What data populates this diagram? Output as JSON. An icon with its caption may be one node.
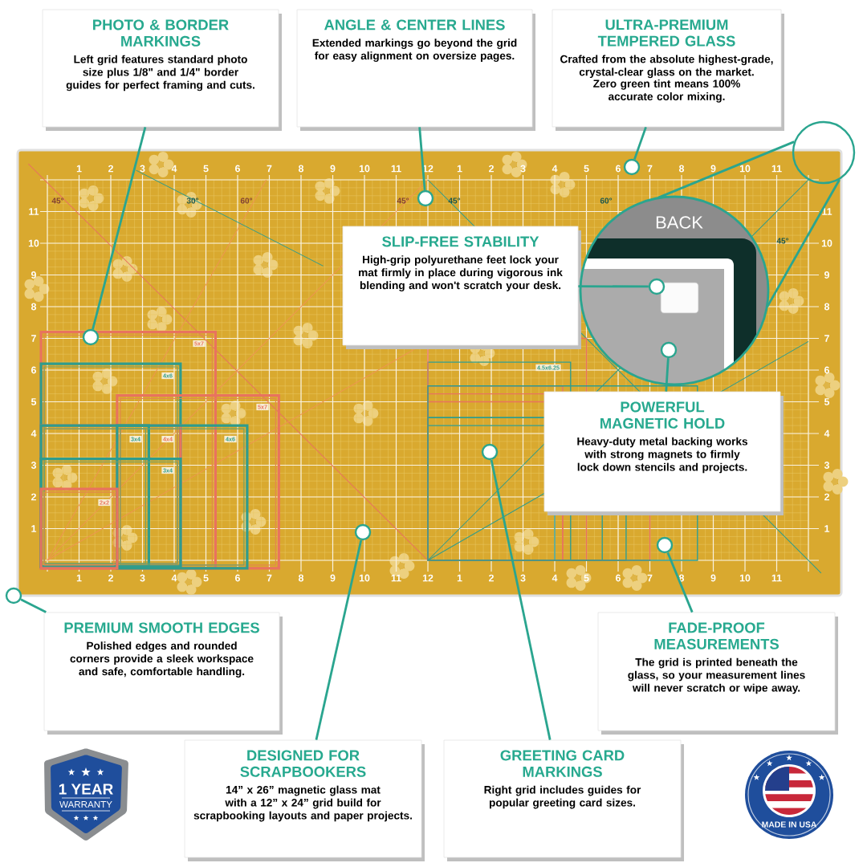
{
  "diagram": {
    "nodes": [
      {
        "text": [
          "PHOTO & BORDER MARKINGS",
          "Left grid features standard photo size plus 1/8\" and 1/4\" border guides for perfect framing and cuts."
        ]
      },
      {
        "text": [
          "ANGLE & CENTER LINES",
          "Extended markings go beyond the grid for easy alignment on oversize pages."
        ]
      },
      {
        "text": [
          "ULTRA-PREMIUM TEMPERED GLASS",
          "Crafted from the absolute highest-grade, crystal-clear glass on the market.",
          "Zero green tint means 100% accurate color mixing."
        ]
      },
      {
        "text": [
          "SLIP-FREE STABILITY",
          "High-grip polyurethane feet lock your mat firmly in place during vigorous ink blending and won't scratch your desk."
        ]
      },
      {
        "text": [
          "POWERFUL MAGNETIC HOLD",
          "Heavy-duty metal backing works with strong magnets to firmly lock down stencils and projects."
        ]
      },
      {
        "text": [
          "PREMIUM SMOOTH EDGES",
          "Polished edges and rounded corners provide a sleek workspace and safe, comfortable handling."
        ]
      },
      {
        "text": [
          "FADE-PROOF MEASUREMENTS",
          "The grid is printed beneath the glass, so your measurement lines will never scratch or wipe away."
        ]
      },
      {
        "text": [
          "DESIGNED FOR SCRAPBOOKERS",
          "14” x 26” magnetic glass mat with a 12” x 24” grid build for scrapbooking layouts and paper projects."
        ]
      },
      {
        "text": [
          "GREETING CARD MARKINGS",
          "Right grid includes guides for popular greeting card sizes."
        ]
      },
      {
        "text": [
          "BACK"
        ]
      },
      {
        "text": [],
        "shape": "circle"
      },
      {
        "text": [],
        "shape": "circle"
      },
      {
        "text": [],
        "shape": "circle"
      },
      {
        "text": [],
        "shape": "circle"
      },
      {
        "text": [],
        "shape": "circle",
        "in": 9
      },
      {
        "text": [],
        "shape": "circle",
        "in": 9
      },
      {
        "text": [],
        "shape": "circle"
      },
      {
        "text": [],
        "shape": "circle"
      },
      {
        "text": [],
        "shape": "circle"
      },
      {
        "text": [],
        "shape": "circle"
      },
      {
        "text": [
          "1 YEAR",
          "WARRANTY"
        ]
      },
      {
        "text": [
          "MADE IN USA"
        ]
      }
    ],
    "edges": [
      {
        "from": 0,
        "to": 11,
        "arrow": "none"
      },
      {
        "from": 1,
        "to": 12,
        "arrow": "none"
      },
      {
        "from": 2,
        "to": 13,
        "arrow": "none"
      },
      {
        "from": 3,
        "to": 14,
        "arrow": "none"
      },
      {
        "from": 4,
        "to": 15,
        "arrow": "none"
      },
      {
        "from": 5,
        "to": 16,
        "arrow": "none"
      },
      {
        "from": 6,
        "to": 19,
        "arrow": "none"
      },
      {
        "from": 7,
        "to": 17,
        "arrow": "none"
      },
      {
        "from": 8,
        "to": 18,
        "arrow": "none"
      },
      {
        "from": 10,
        "to": 9,
        "arrow": "none"
      },
      {
        "from": 10,
        "to": 9,
        "arrow": "none"
      }
    ],
    "labels": [
      "1",
      "2",
      "3",
      "4",
      "5",
      "6",
      "7",
      "8",
      "9",
      "10",
      "11",
      "12",
      "1",
      "2",
      "3",
      "4",
      "5",
      "6",
      "7",
      "8",
      "9",
      "10",
      "11",
      "11",
      "10",
      "9",
      "8",
      "7",
      "6",
      "5",
      "4",
      "3",
      "2",
      "1",
      "11",
      "10",
      "9",
      "8",
      "7",
      "6",
      "5",
      "4",
      "3",
      "2",
      "1",
      "1",
      "2",
      "3",
      "4",
      "5",
      "6",
      "7",
      "8",
      "9",
      "10",
      "11",
      "12",
      "1",
      "2",
      "3",
      "4",
      "5",
      "6",
      "7",
      "8",
      "9",
      "10",
      "11",
      "45°",
      "30°",
      "60°",
      "45°",
      "45°",
      "60°",
      "45°",
      "5x7",
      "4x6",
      "5x7",
      "3x4",
      "4x4",
      "4x6",
      "3x4",
      "2x2",
      "4.5x6.25"
    ]
  }
}
